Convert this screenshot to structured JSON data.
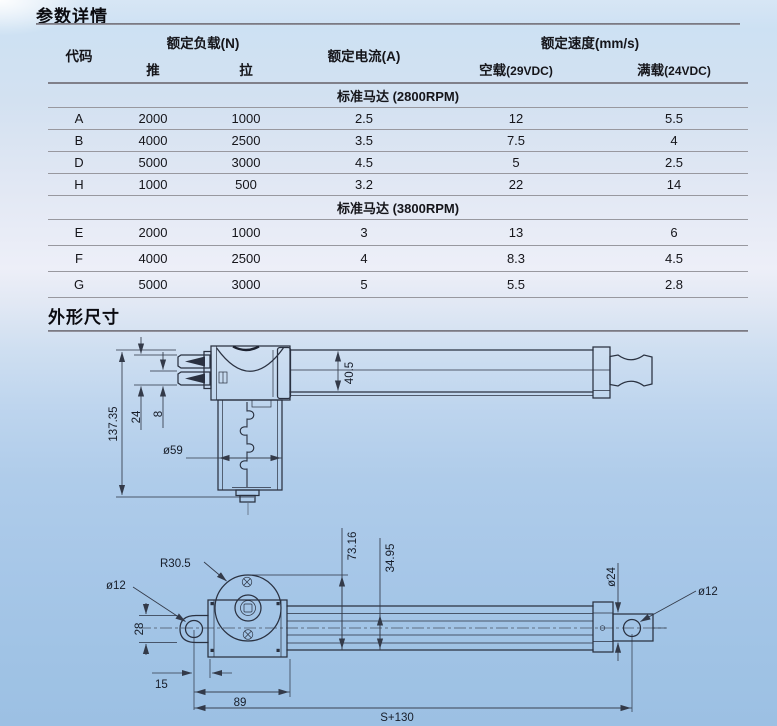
{
  "sections": {
    "params_title": "参数详情",
    "dims_title": "外形尺寸"
  },
  "table": {
    "headers": {
      "code": "代码",
      "load": "额定负载(N)",
      "push": "推",
      "pull": "拉",
      "current": "额定电流(A)",
      "speed": "额定速度(mm/s)",
      "noload": "空载",
      "noload_volt": "(29VDC)",
      "fullload": "满载",
      "fullload_volt": "(24VDC)"
    },
    "sections": [
      {
        "title": "标准马达 (2800RPM)",
        "rows": [
          {
            "code": "A",
            "push": "2000",
            "pull": "1000",
            "current": "2.5",
            "noload": "12",
            "fullload": "5.5"
          },
          {
            "code": "B",
            "push": "4000",
            "pull": "2500",
            "current": "3.5",
            "noload": "7.5",
            "fullload": "4"
          },
          {
            "code": "D",
            "push": "5000",
            "pull": "3000",
            "current": "4.5",
            "noload": "5",
            "fullload": "2.5"
          },
          {
            "code": "H",
            "push": "1000",
            "pull": "500",
            "current": "3.2",
            "noload": "22",
            "fullload": "14"
          }
        ]
      },
      {
        "title": "标准马达 (3800RPM)",
        "rows": [
          {
            "code": "E",
            "push": "2000",
            "pull": "1000",
            "current": "3",
            "noload": "13",
            "fullload": "6"
          },
          {
            "code": "F",
            "push": "4000",
            "pull": "2500",
            "current": "4",
            "noload": "8.3",
            "fullload": "4.5"
          },
          {
            "code": "G",
            "push": "5000",
            "pull": "3000",
            "current": "5",
            "noload": "5.5",
            "fullload": "2.8"
          }
        ]
      }
    ]
  },
  "drawing_side": {
    "dim_overall_height": "137.35",
    "dim_fork_height": "24",
    "dim_prong": "8",
    "dim_gearbox_dia": "ø59",
    "dim_tube_dia": "40.5"
  },
  "drawing_top": {
    "dim_gear_radius": "R30.5",
    "dim_rear_hole_dia": "ø12",
    "dim_rear_clevis_width": "28",
    "dim_total_height": "73.16",
    "dim_tube_width": "34.95",
    "dim_rod_dia": "ø24",
    "dim_front_hole_dia": "ø12",
    "dim_hole_to_body": "15",
    "dim_body_length": "89",
    "dim_total_length": "S+130"
  },
  "colors": {
    "bg_top": "#d7e6f5",
    "bg_bottom": "#9cc0e3",
    "line": "#2a3140",
    "rule": "#80808a"
  }
}
